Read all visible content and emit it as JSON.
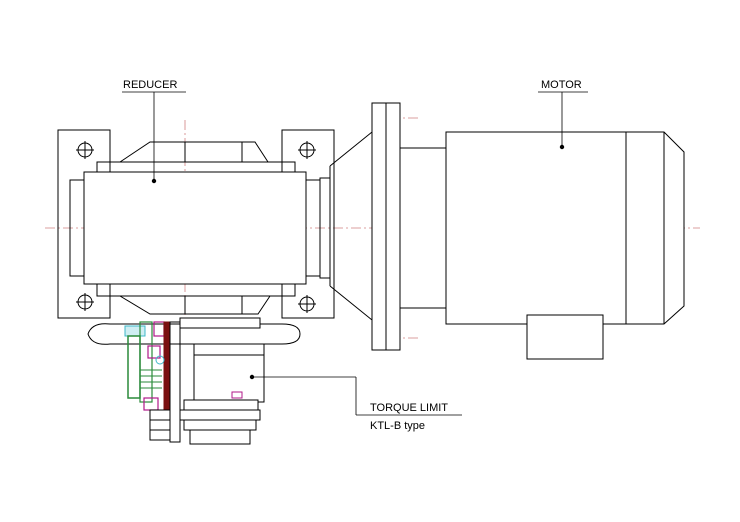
{
  "labels": {
    "reducer": "REDUCER",
    "motor": "MOTOR",
    "torque_limit": "TORQUE LIMIT",
    "torque_type": "KTL-B  type"
  },
  "colors": {
    "line": "#000000",
    "centerline": "#d08080",
    "green": "#2a8a3a",
    "magenta": "#b0188a",
    "cyan": "#3fb8c8",
    "dark_red": "#7a1010"
  }
}
